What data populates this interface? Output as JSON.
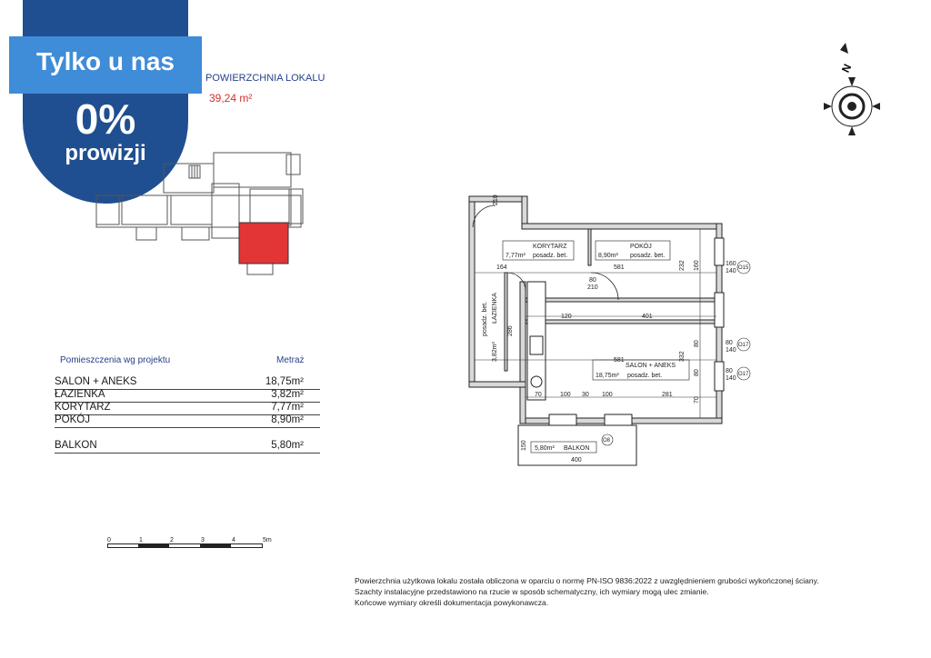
{
  "promo": {
    "line1": "Tylko u nas",
    "line2": "0%",
    "line3": "prowizji"
  },
  "area": {
    "label": "POWIERZCHNIA LOKALU",
    "value": "39,24 m²"
  },
  "rooms": {
    "header": "Pomieszczenia wg projektu",
    "metraz_label": "Metraż",
    "items": [
      {
        "name": "SALON + ANEKS",
        "area": "18,75m²"
      },
      {
        "name": "ŁAZIENKA",
        "area": "3,82m²"
      },
      {
        "name": "KORYTARZ",
        "area": "7,77m²"
      },
      {
        "name": "POKÓJ",
        "area": "8,90m²"
      },
      {
        "name": "BALKON",
        "area": "5,80m²"
      }
    ]
  },
  "scale": {
    "labels": [
      "0",
      "1",
      "2",
      "3",
      "4",
      "5m"
    ]
  },
  "notes": [
    "Powierzchnia użytkowa lokalu została obliczona w oparciu o normę PN-ISO 9836:2022 z uwzględnieniem grubości wykończonej ściany.",
    "Szachty instalacyjne przedstawiono na rzucie w sposób schematyczny, ich wymiary mogą ulec zmianie.",
    "Końcowe wymiary określi dokumentacja powykonawcza."
  ],
  "compass": {
    "letter": "N"
  },
  "plan": {
    "korytarz": {
      "area": "7,77m²",
      "name": "KORYTARZ",
      "floor": "posadz. bet."
    },
    "pokoj": {
      "area": "8,90m²",
      "name": "POKÓJ",
      "floor": "posadz. bet."
    },
    "lazienka": {
      "area": "3,82m²",
      "name": "ŁAZIENKA",
      "floor": "posadz. bet."
    },
    "salon": {
      "area": "18,75m²",
      "name": "SALON + ANEKS",
      "floor": "posadz. bet."
    },
    "balkon": {
      "area": "5,80m²",
      "name": "BALKON"
    },
    "dims": {
      "d581a": "581",
      "d401": "401",
      "d120": "120",
      "d164": "164",
      "d581b": "581",
      "d70": "70",
      "d100a": "100",
      "d30": "30",
      "d100b": "100",
      "d281": "281",
      "d400": "400",
      "d150": "150",
      "d232": "232",
      "d160": "160",
      "d332": "332",
      "d80a": "80",
      "d80b": "80",
      "d70v": "70",
      "d286": "286",
      "d210": "210",
      "w1": "160",
      "w1b": "140",
      "w2": "80",
      "w2b": "140",
      "w3": "80",
      "w3b": "140",
      "o15": "O15",
      "o17a": "O17",
      "o17b": "O17",
      "o8": "O8",
      "door80": "80",
      "door210": "210"
    }
  }
}
